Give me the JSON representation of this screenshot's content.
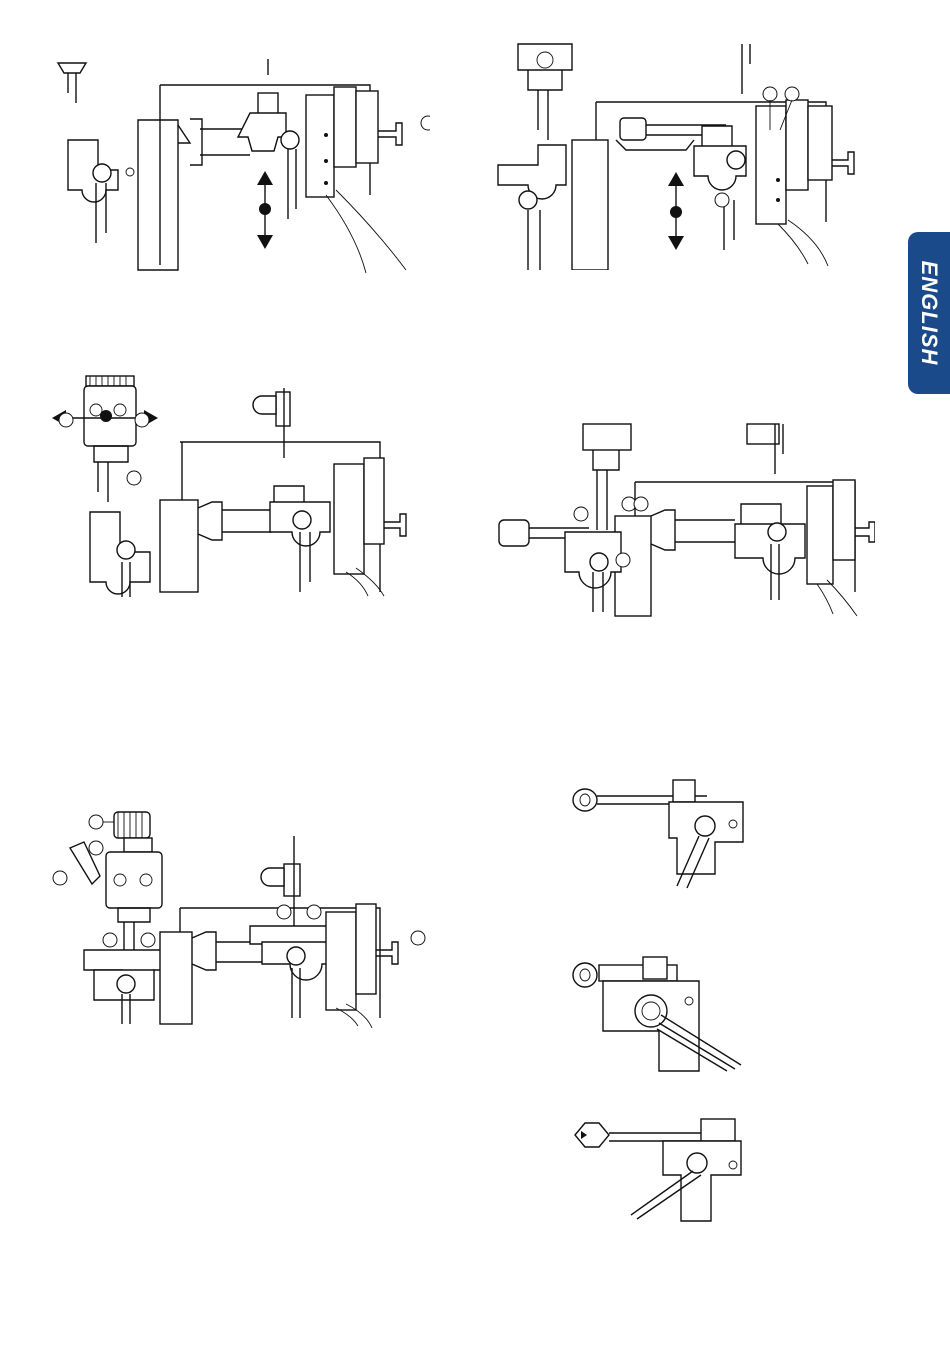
{
  "language_tab": {
    "label": "ENGLISH",
    "color": "#1a4a8a"
  },
  "figures": [
    {
      "id": "fig-1",
      "icon": "machine-clamp-vertical-adjust",
      "arrow": "vertical"
    },
    {
      "id": "fig-2",
      "icon": "machine-clamp-key-inserted",
      "arrow": "vertical"
    },
    {
      "id": "fig-3",
      "icon": "machine-clamp-horizontal-adjust",
      "arrow": "horizontal"
    },
    {
      "id": "fig-4",
      "icon": "machine-clamp-key-left"
    },
    {
      "id": "fig-5",
      "icon": "machine-clamp-knob-adjust"
    },
    {
      "id": "fig-6",
      "icon": "clamp-key-ring-detail"
    },
    {
      "id": "fig-7",
      "icon": "clamp-key-rotated-detail"
    },
    {
      "id": "fig-8",
      "icon": "clamp-key-cross-detail"
    }
  ]
}
